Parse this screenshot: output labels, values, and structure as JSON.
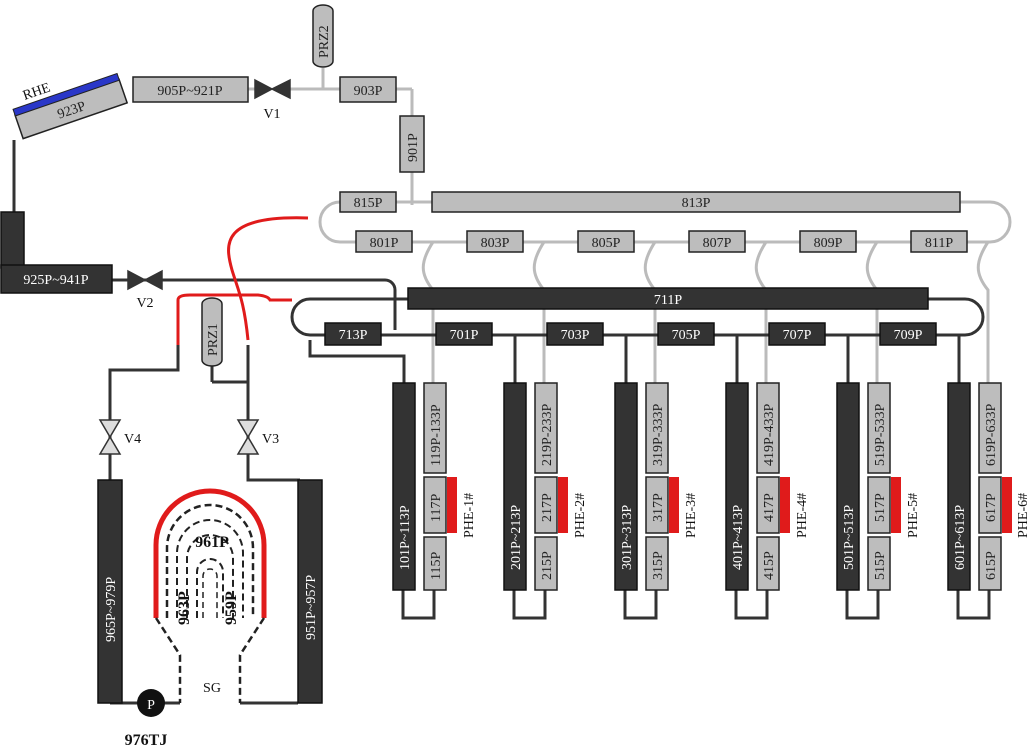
{
  "colors": {
    "dark_pipe": "#333333",
    "light_pipe": "#bbbbbb",
    "heated": "#e01b1b",
    "rhe_stripe": "#2a37c8",
    "light_block": "#bdbdbd"
  },
  "top": {
    "rhe": "RHE",
    "p923": "923P",
    "p905_921": "905P~921P",
    "v1": "V1",
    "prz2": "PRZ2",
    "p903": "903P",
    "p901": "901P",
    "p815": "815P",
    "p813": "813P"
  },
  "headers": {
    "upper": [
      "801P",
      "803P",
      "805P",
      "807P",
      "809P",
      "811P"
    ],
    "lower": [
      "713P",
      "701P",
      "703P",
      "705P",
      "707P",
      "709P"
    ],
    "p711": "711P"
  },
  "left": {
    "p925_941": "925P~941P",
    "v2": "V2",
    "prz1": "PRZ1",
    "v3": "V3",
    "v4": "V4",
    "p965_979": "965P~979P",
    "p951_957": "951P~957P",
    "p961": "961P",
    "p963": "963P",
    "p959": "959P",
    "sg": "SG",
    "pump": "P",
    "p976": "976TJ"
  },
  "channels": [
    {
      "dark": "101P~113P",
      "upper": "119P-133P",
      "mid": "117P",
      "low": "115P",
      "phe": "PHE-1#"
    },
    {
      "dark": "201P~213P",
      "upper": "219P-233P",
      "mid": "217P",
      "low": "215P",
      "phe": "PHE-2#"
    },
    {
      "dark": "301P~313P",
      "upper": "319P-333P",
      "mid": "317P",
      "low": "315P",
      "phe": "PHE-3#"
    },
    {
      "dark": "401P~413P",
      "upper": "419P-433P",
      "mid": "417P",
      "low": "415P",
      "phe": "PHE-4#"
    },
    {
      "dark": "501P~513P",
      "upper": "519P-533P",
      "mid": "517P",
      "low": "515P",
      "phe": "PHE-5#"
    },
    {
      "dark": "601P~613P",
      "upper": "619P-633P",
      "mid": "617P",
      "low": "615P",
      "phe": "PHE-6#"
    }
  ]
}
